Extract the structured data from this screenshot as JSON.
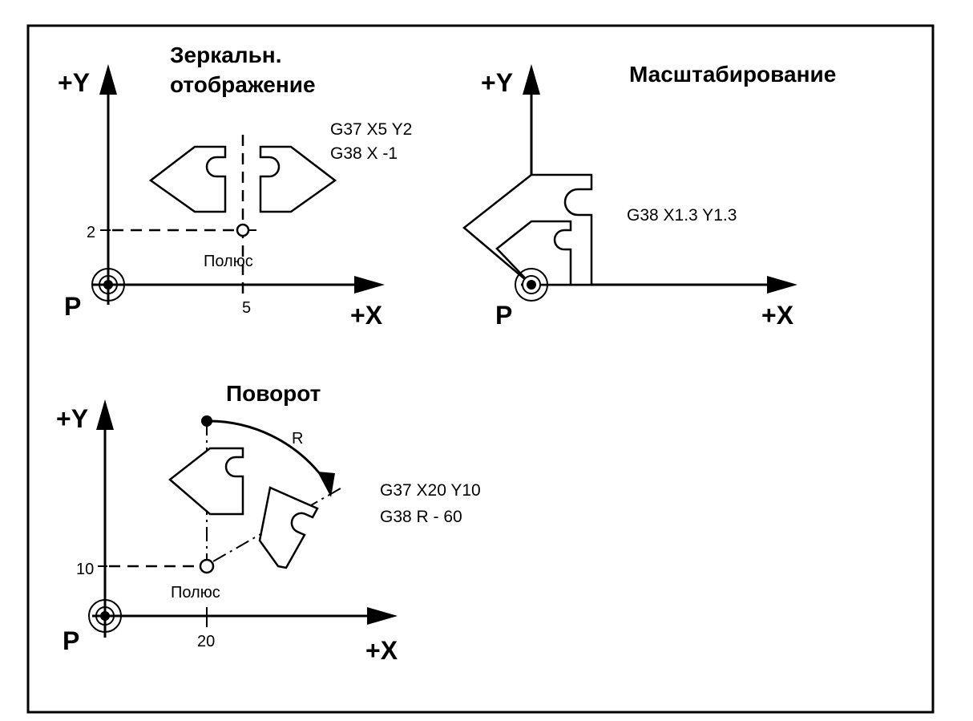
{
  "mirror": {
    "title_line1": "Зеркальн.",
    "title_line2": "отображение",
    "axis_y": "+Y",
    "axis_x": "+X",
    "origin_label": "P",
    "code_line1": "G37 X5 Y2",
    "code_line2": "G38 X -1",
    "tick_y": "2",
    "tick_x": "5",
    "pole_label": "Полюс"
  },
  "scaling": {
    "title": "Масштабирование",
    "axis_y": "+Y",
    "axis_x": "+X",
    "origin_label": "P",
    "code_line1": "G38 X1.3 Y1.3"
  },
  "rotation": {
    "title": "Поворот",
    "axis_y": "+Y",
    "axis_x": "+X",
    "origin_label": "P",
    "radius_label": "R",
    "code_line1": "G37 X20 Y10",
    "code_line2": "G38 R - 60",
    "tick_y": "10",
    "tick_x": "20",
    "pole_label": "Полюс"
  }
}
